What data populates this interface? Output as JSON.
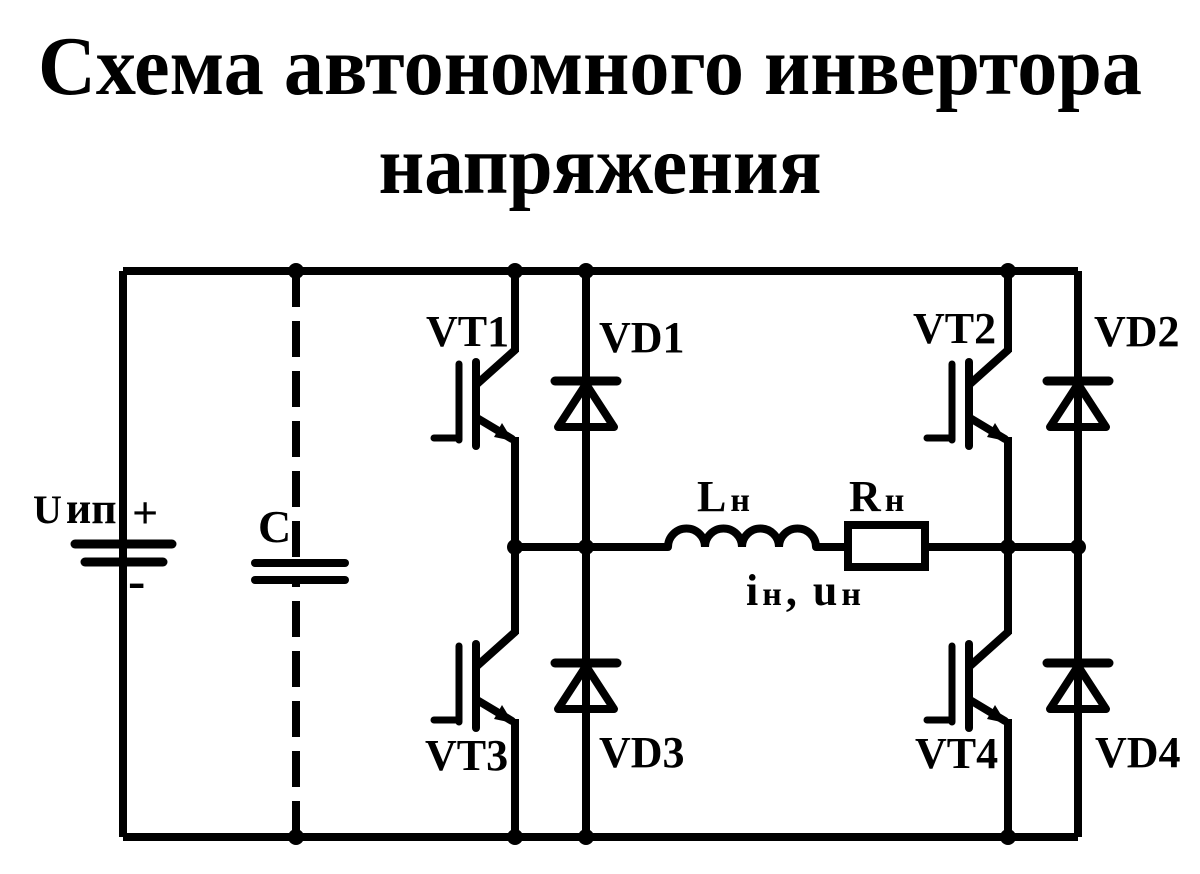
{
  "title": {
    "line1": "Схема автономного инвертора",
    "line2": "напряжения"
  },
  "power_source": {
    "label_main": "U",
    "label_sub": "ип",
    "plus": "+",
    "minus": "-"
  },
  "capacitor": {
    "label": "C"
  },
  "transistors": {
    "vt1": "VT1",
    "vt2": "VT2",
    "vt3": "VT3",
    "vt4": "VT4"
  },
  "diodes": {
    "vd1": "VD1",
    "vd2": "VD2",
    "vd3": "VD3",
    "vd4": "VD4"
  },
  "load": {
    "inductor": {
      "main": "L",
      "sub": "н"
    },
    "resistor": {
      "main": "R",
      "sub": "н"
    },
    "annotation": {
      "i_main": "i",
      "i_sub": "н",
      "separator": ",",
      "u_main": "u",
      "u_sub": "н"
    }
  },
  "colors": {
    "ink": "#000000",
    "background": "#ffffff"
  }
}
